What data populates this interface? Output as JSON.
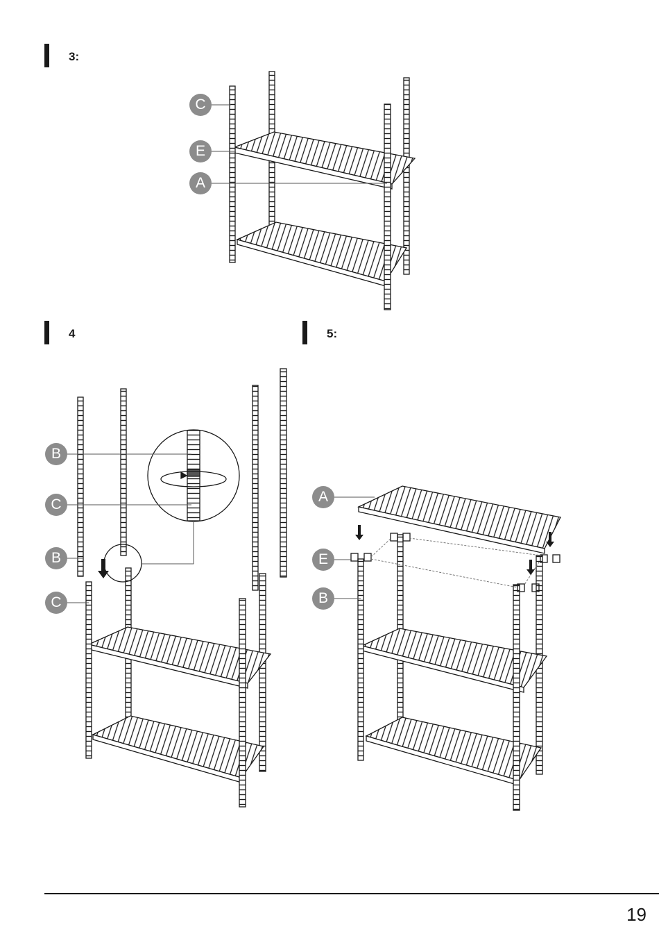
{
  "steps": [
    {
      "label": "3:",
      "callouts": [
        "C",
        "E",
        "A"
      ]
    },
    {
      "label": "4",
      "callouts": [
        "B",
        "C",
        "B",
        "C"
      ]
    },
    {
      "label": "5:",
      "callouts": [
        "A",
        "E",
        "B"
      ]
    }
  ],
  "page_number": "19"
}
